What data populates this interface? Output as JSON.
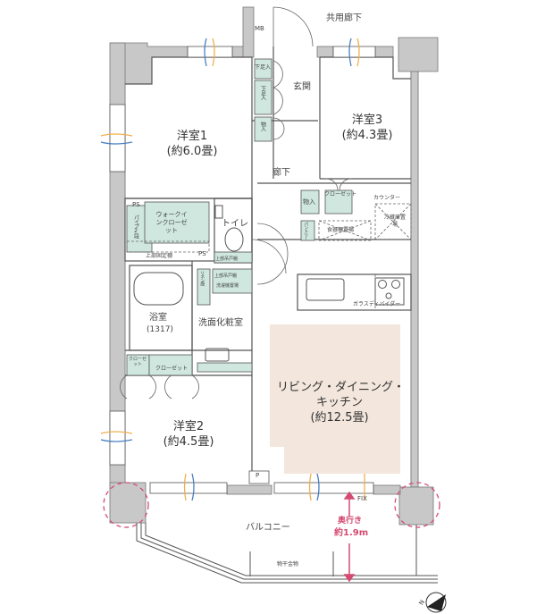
{
  "plan": {
    "labels": {
      "shared_corridor": "共用廊下",
      "mb": "MB",
      "entrance": "玄関",
      "shoe_1": "下足入",
      "shoe_2": "下足入",
      "storage_entry": "物入",
      "corridor": "廊下",
      "storage_corridor": "物入",
      "closet_room3": "クローゼット",
      "counter": "カウンター",
      "pantry": "パントリー",
      "dish_shelf": "食器棚置場",
      "fridge": "冷蔵庫置場",
      "glass_divider": "ガラスディバイダー",
      "ps_1": "PS",
      "ps_2": "PS",
      "wic": "ウォークインクローゼット",
      "pipe": "パイプ2段",
      "upper_shelf": "上部固定棚",
      "toilet": "トイレ",
      "toilet_cabinet": "上部吊戸棚",
      "linen": "リネン庫",
      "wash_cabinet": "上部吊戸棚",
      "laundry": "洗濯機置場",
      "bath": "浴室",
      "bath_size": "(1317)",
      "washroom": "洗面化粧室",
      "closet_a": "クローゼット",
      "closet_b": "クローゼット",
      "p": "P",
      "fix": "FIX",
      "balcony": "バルコニー",
      "depth_label": "奥行き",
      "depth_value": "約1.9m",
      "laundry_rail": "物干金物",
      "compass": "N"
    },
    "rooms": {
      "room1": {
        "name": "洋室1",
        "size": "(約6.0畳)"
      },
      "room2": {
        "name": "洋室2",
        "size": "(約4.5畳)"
      },
      "room3": {
        "name": "洋室3",
        "size": "(約4.3畳)"
      },
      "ldk": {
        "name_line1": "リビング・ダイニング・",
        "name_line2": "キッチン",
        "size": "(約12.5畳)"
      }
    },
    "colors": {
      "wall": "#c8c8c8",
      "storage": "#cfe7df",
      "ldk_fill": "#f3e6dc",
      "highlight": "#d44a72",
      "vent_blue": "#4a7fc1",
      "vent_orange": "#f0b050"
    }
  }
}
